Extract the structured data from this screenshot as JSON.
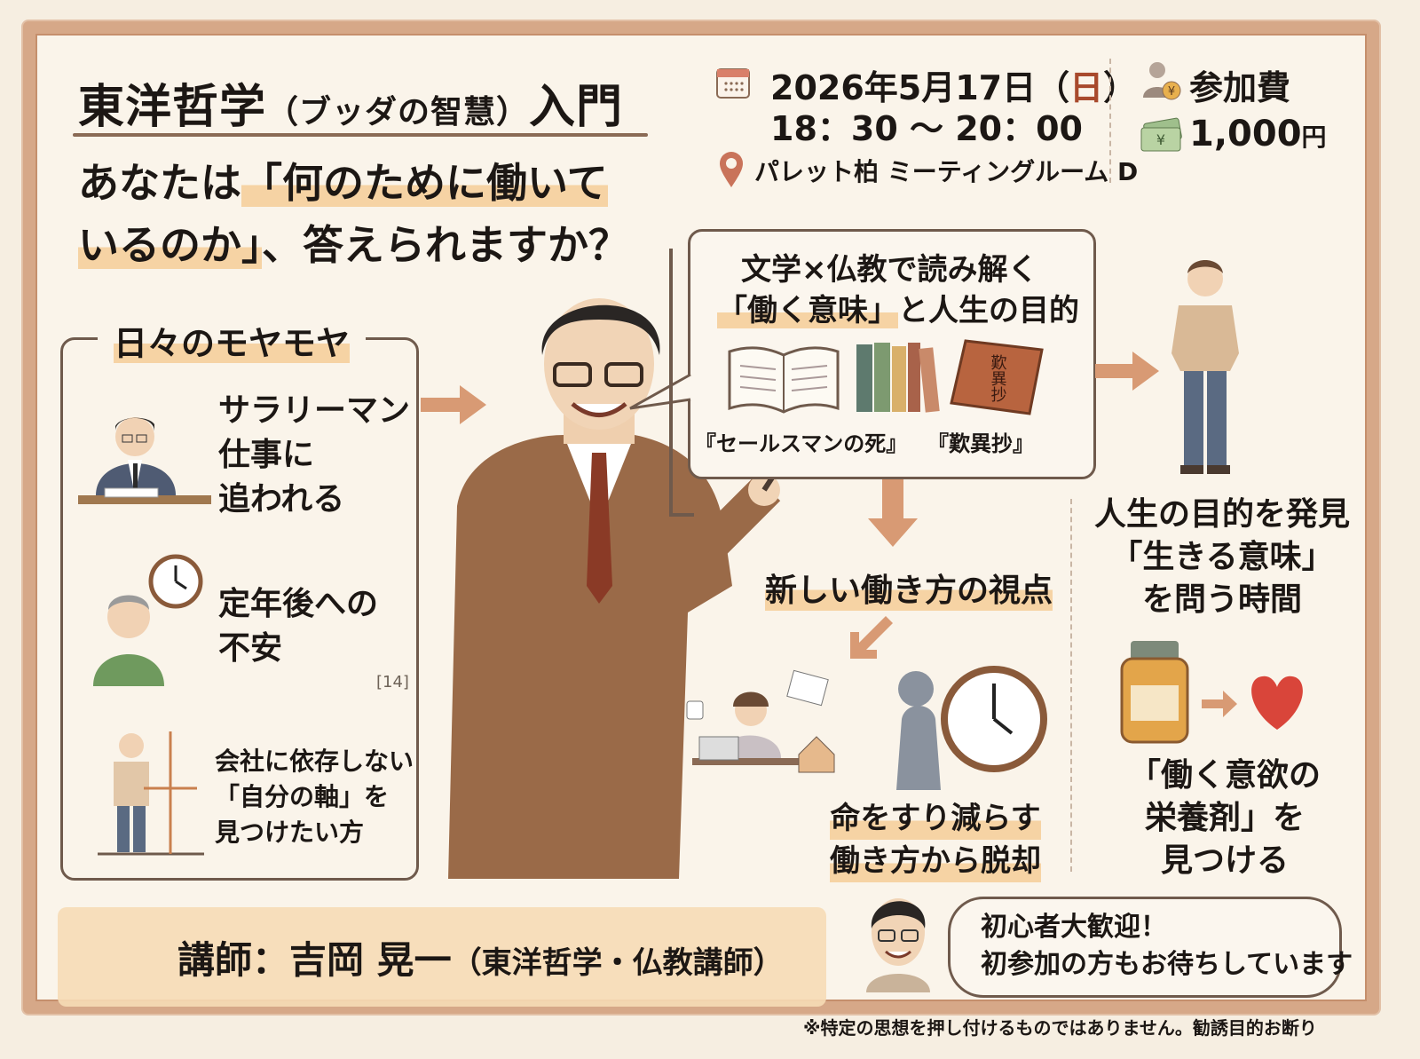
{
  "header": {
    "title_main": "東洋哲学",
    "title_paren": "（ブッダの智慧）",
    "title_end": "入門",
    "question_line1_pre": "あなたは",
    "question_line1_hl": "「何のために働いて",
    "question_line2_hl": "いるのか」",
    "question_line2_post": "、答えられますか？"
  },
  "event": {
    "date_pre": "2026年5月17日（",
    "date_day": "日",
    "date_post": "）",
    "time": "18：30 〜 20：00",
    "location": "パレット柏 ミーティングルーム D",
    "fee_label": "参加費",
    "fee_amount": "1,000",
    "fee_unit": "円"
  },
  "worries": {
    "title": "日々のモヤモヤ",
    "items": [
      {
        "lines": [
          "サラリーマン",
          "仕事に",
          "追われる"
        ]
      },
      {
        "lines": [
          "定年後への",
          "不安"
        ]
      },
      {
        "lines": [
          "会社に依存しない",
          "「自分の軸」を",
          "見つけたい方"
        ]
      }
    ],
    "ref": "[14]"
  },
  "speech": {
    "line1": "文学×仏教で読み解く",
    "line2_hl": "「働く意味」",
    "line2_post": "と人生の目的",
    "book1": "『セールスマンの死』",
    "book2": "『歎異抄』",
    "book2_cover": "歎異抄"
  },
  "middle": {
    "heading": "新しい働き方の視点",
    "caption_lines": [
      "命をすり減らす",
      "働き方から脱却"
    ]
  },
  "right": {
    "discover_lines": [
      "人生の目的を発見",
      "「生きる意味」",
      "を問う時間"
    ],
    "nutrient_lines": [
      "「働く意欲の",
      "栄養剤」を",
      "見つける"
    ]
  },
  "footer": {
    "instructor": "講師：吉岡 晃一",
    "instructor_title": "（東洋哲学・仏教講師）",
    "welcome_lines": [
      "初心者大歓迎！",
      "初参加の方もお待ちしています"
    ],
    "note": "※特定の思想を押し付けるものではありません。勧誘目的お断り"
  },
  "colors": {
    "background": "#f6eee1",
    "frame": "#d6a888",
    "highlight": "#f6d3a4",
    "arrow": "#d89a74",
    "accent_red": "#a8492c"
  }
}
